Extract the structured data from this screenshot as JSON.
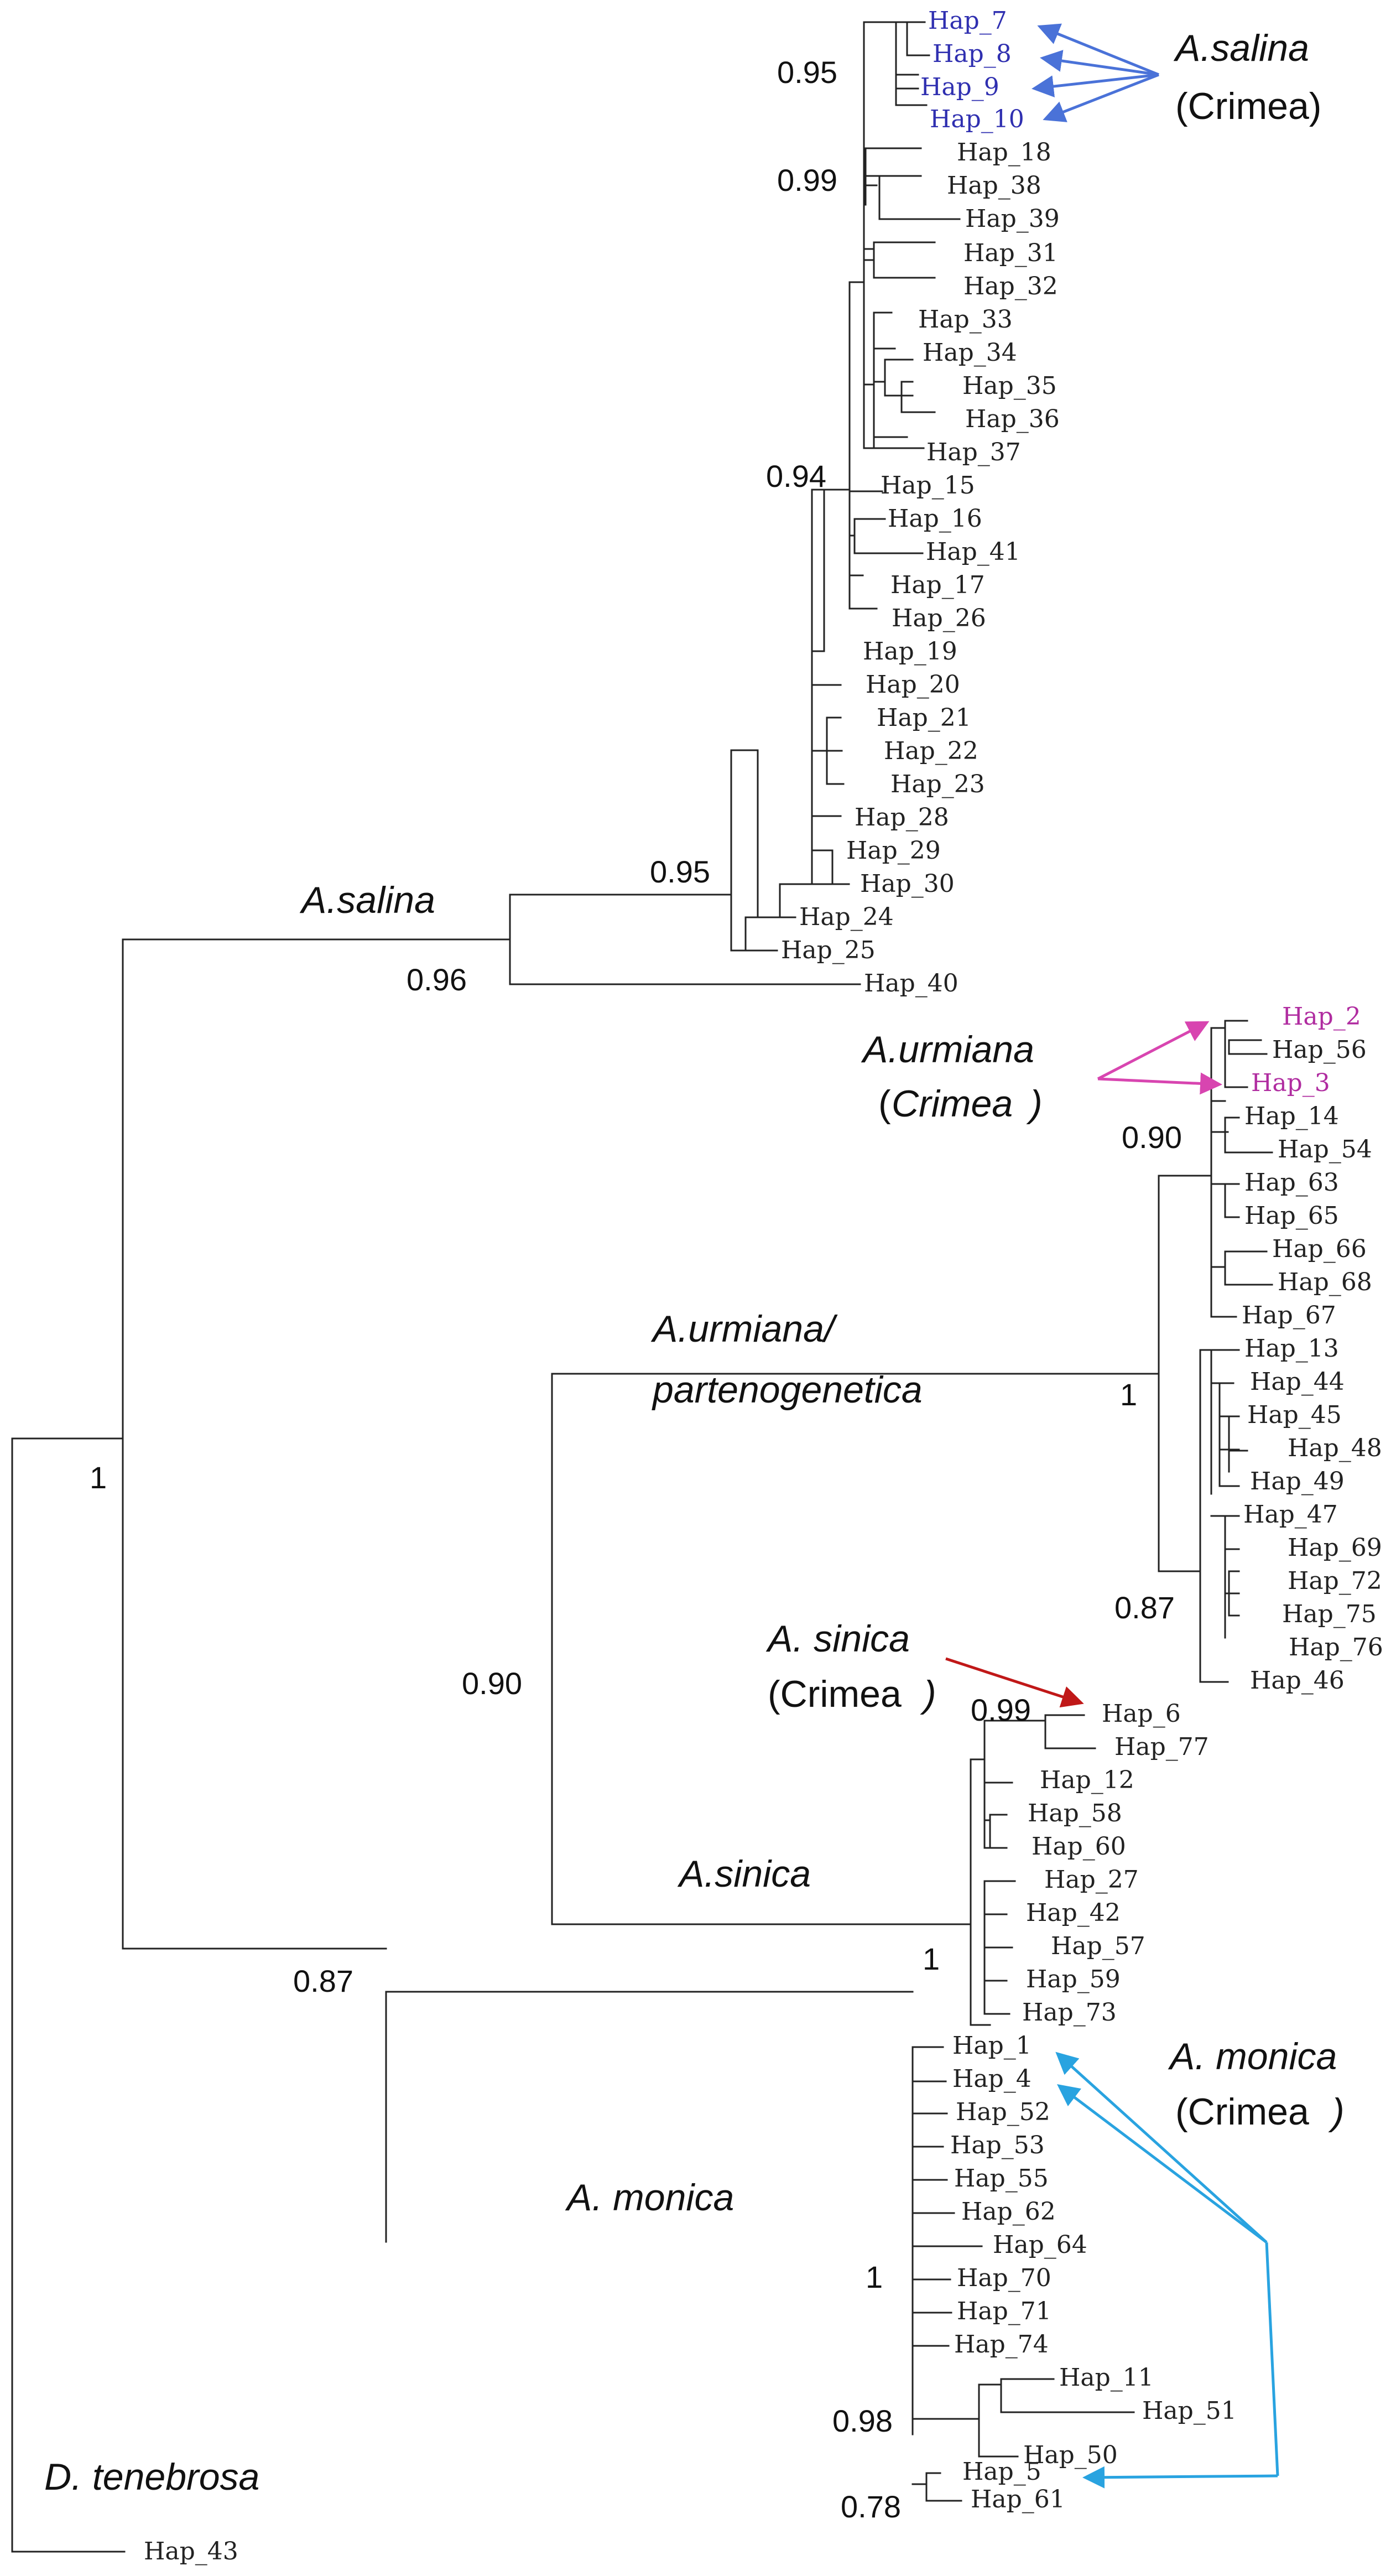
{
  "colors": {
    "branch": "#222222",
    "salina_arrow": "#4a72d8",
    "urmiana_arrow": "#d845b0",
    "sinica_arrow": "#c01818",
    "monica_arrow": "#29a3e0",
    "hap_blue": "#2f2fb0",
    "hap_magenta": "#b02ca0"
  },
  "leaves": {
    "h7": "Hap_7",
    "h8": "Hap_8",
    "h9": "Hap_9",
    "h10": "Hap_10",
    "h18": "Hap_18",
    "h38": "Hap_38",
    "h39": "Hap_39",
    "h31": "Hap_31",
    "h32": "Hap_32",
    "h33": "Hap_33",
    "h34": "Hap_34",
    "h35": "Hap_35",
    "h36": "Hap_36",
    "h37": "Hap_37",
    "h15": "Hap_15",
    "h16": "Hap_16",
    "h41": "Hap_41",
    "h17": "Hap_17",
    "h26": "Hap_26",
    "h19": "Hap_19",
    "h20": "Hap_20",
    "h21": "Hap_21",
    "h22": "Hap_22",
    "h23": "Hap_23",
    "h28": "Hap_28",
    "h29": "Hap_29",
    "h30": "Hap_30",
    "h24": "Hap_24",
    "h25": "Hap_25",
    "h40": "Hap_40",
    "h2": "Hap_2",
    "h56": "Hap_56",
    "h3": "Hap_3",
    "h14": "Hap_14",
    "h54": "Hap_54",
    "h63": "Hap_63",
    "h65": "Hap_65",
    "h66": "Hap_66",
    "h68": "Hap_68",
    "h67": "Hap_67",
    "h13": "Hap_13",
    "h44": "Hap_44",
    "h45": "Hap_45",
    "h48": "Hap_48",
    "h49": "Hap_49",
    "h47": "Hap_47",
    "h69": "Hap_69",
    "h72": "Hap_72",
    "h75": "Hap_75",
    "h76": "Hap_76",
    "h46": "Hap_46",
    "h6": "Hap_6",
    "h77": "Hap_77",
    "h12": "Hap_12",
    "h58": "Hap_58",
    "h60": "Hap_60",
    "h27": "Hap_27",
    "h42": "Hap_42",
    "h57": "Hap_57",
    "h59": "Hap_59",
    "h73": "Hap_73",
    "h1": "Hap_1",
    "h4": "Hap_4",
    "h52": "Hap_52",
    "h53": "Hap_53",
    "h55": "Hap_55",
    "h62": "Hap_62",
    "h64": "Hap_64",
    "h70": "Hap_70",
    "h71": "Hap_71",
    "h74": "Hap_74",
    "h11": "Hap_11",
    "h51": "Hap_51",
    "h50": "Hap_50",
    "h5": "Hap_5",
    "h61": "Hap_61",
    "h43": "Hap_43"
  },
  "support": {
    "s_095a": "0.95",
    "s_099": "0.99",
    "s_094": "0.94",
    "s_095b": "0.95",
    "s_096": "0.96",
    "s_090a": "0.90",
    "s_1a": "1",
    "s_087a": "0.87",
    "s_099b": "0.99",
    "s_090b": "0.90",
    "s_1b": "1",
    "s_1root": "1",
    "s_087b": "0.87",
    "s_1c": "1",
    "s_098": "0.98",
    "s_078": "0.78"
  },
  "clades": {
    "salina": "A.salina",
    "urmiana_l1": "A.urmiana/",
    "urmiana_l2": "partenogenetica",
    "sinica": "A.sinica",
    "monica": "A. monica",
    "tenebrosa": "D. tenebrosa"
  },
  "annotations": {
    "salina_name": "A.salina",
    "salina_loc": "(Crimea)",
    "urmiana_name": "A.urmiana",
    "urmiana_loc_paren": "(",
    "urmiana_loc": "Crimea",
    "urmiana_loc_close": ")",
    "sinica_name": "A. sinica",
    "sinica_loc": "(Crimea",
    "sinica_loc_close": ")",
    "monica_name": "A. monica",
    "monica_loc": "(Crimea",
    "monica_loc_close": ")"
  }
}
